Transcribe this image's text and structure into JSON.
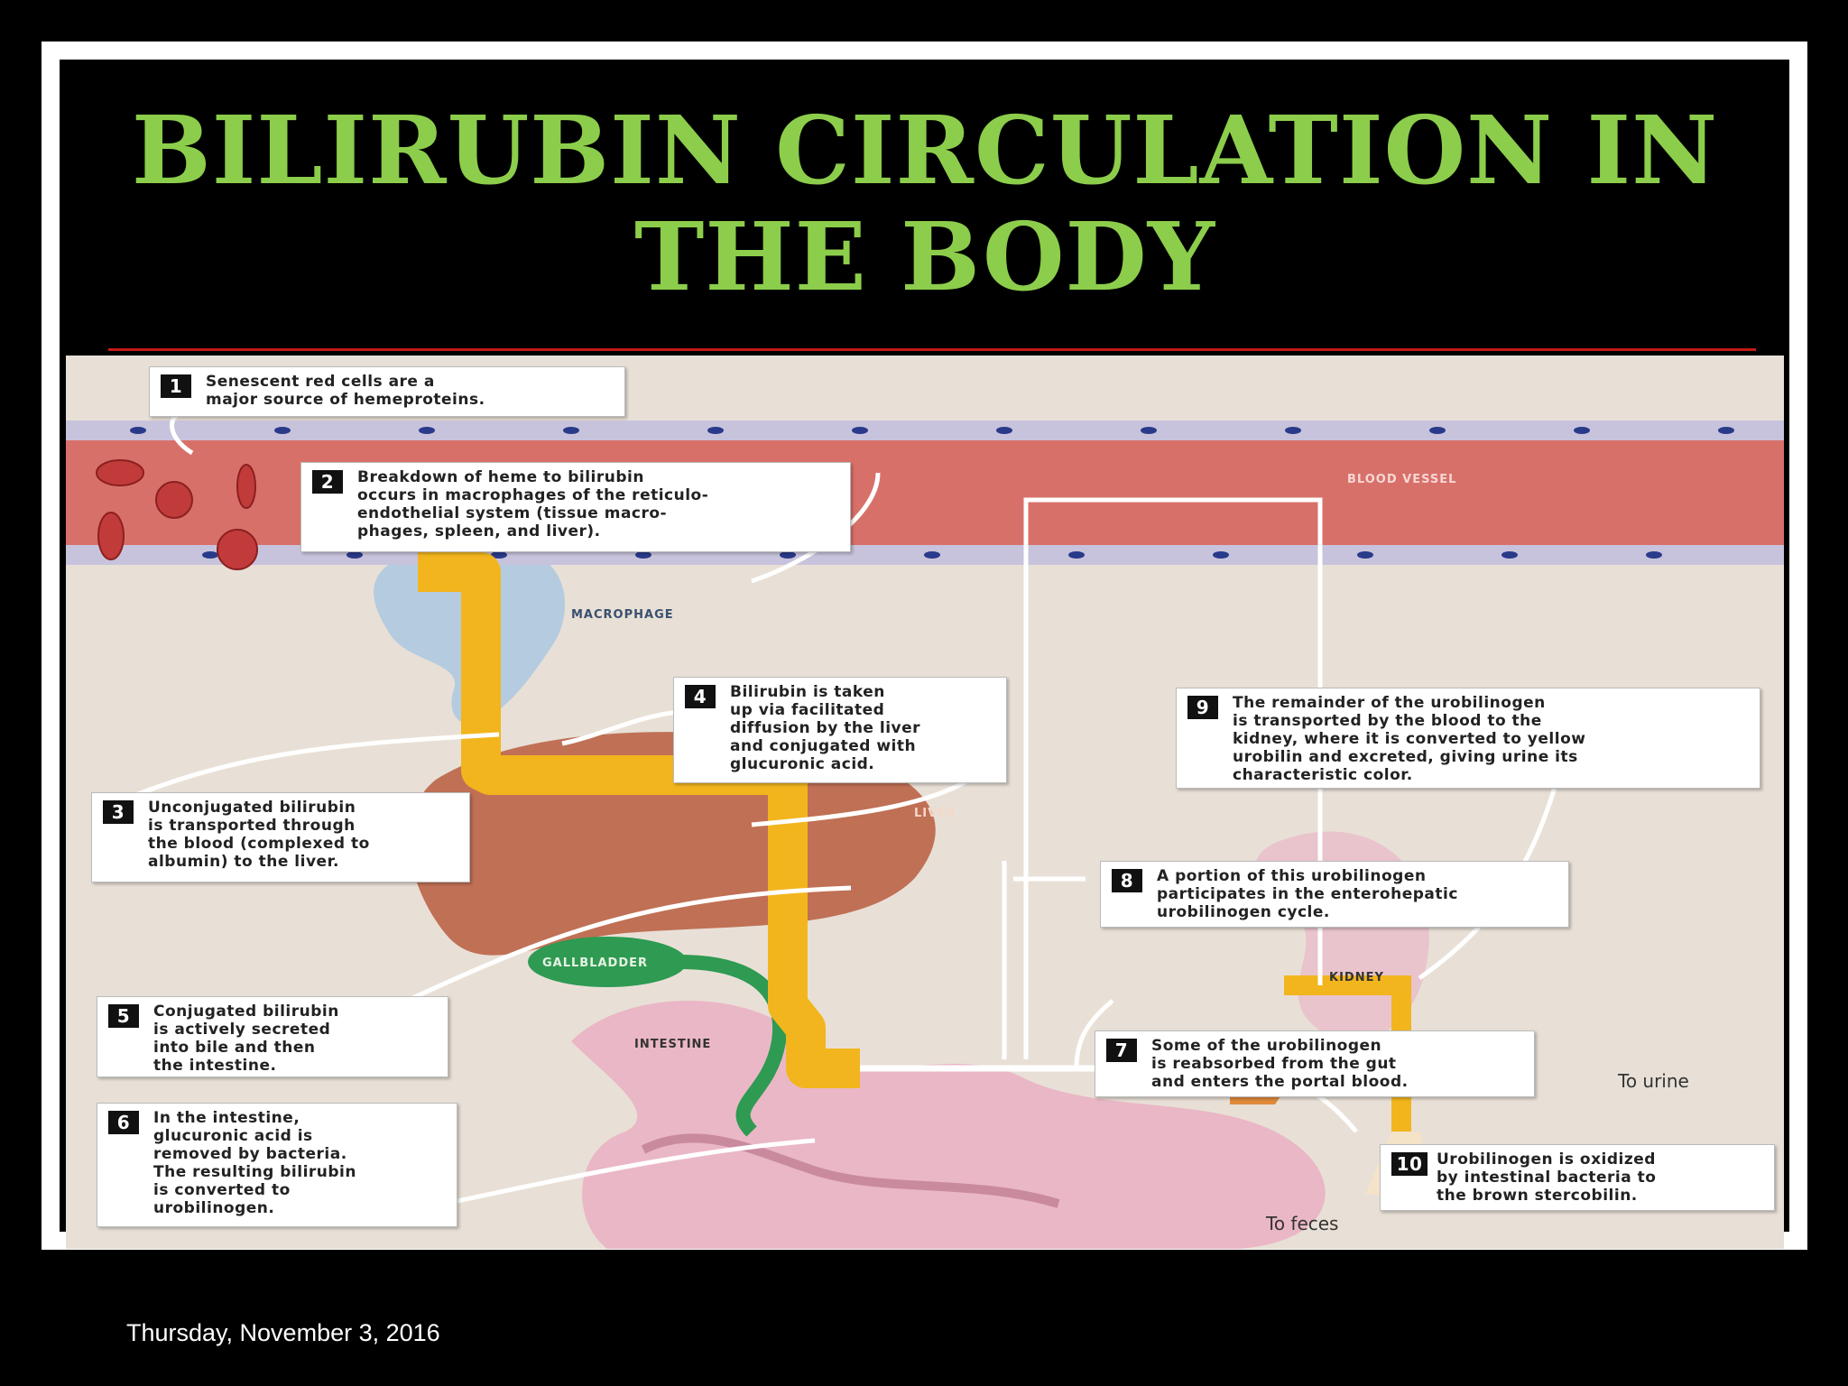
{
  "slide": {
    "title": "BILIRUBIN CIRCULATION IN THE BODY",
    "date": "Thursday, November 3, 2016"
  },
  "labels": {
    "blood_vessel": "BLOOD VESSEL",
    "macrophage": "MACROPHAGE",
    "liver": "LIVER",
    "gallbladder": "GALLBLADDER",
    "intestine": "INTESTINE",
    "kidney": "KIDNEY",
    "to_urine": "To urine",
    "to_feces": "To feces"
  },
  "steps": [
    {
      "num": "1",
      "text": "Senescent red cells are a\nmajor source of hemeproteins."
    },
    {
      "num": "2",
      "text": "Breakdown of heme to bilirubin\noccurs in macrophages of the reticulo-\nendothelial system (tissue macro-\nphages, spleen, and liver)."
    },
    {
      "num": "3",
      "text": "Unconjugated bilirubin\nis transported through\nthe blood (complexed to\nalbumin) to the liver."
    },
    {
      "num": "4",
      "text": "Bilirubin is taken\nup via facilitated\ndiffusion by the liver\nand conjugated with\nglucuronic acid."
    },
    {
      "num": "5",
      "text": "Conjugated bilirubin\nis actively secreted\ninto bile and then\nthe intestine."
    },
    {
      "num": "6",
      "text": "In the intestine,\nglucuronic acid is\nremoved by bacteria.\nThe resulting bilirubin\nis converted to\nurobilinogen."
    },
    {
      "num": "7",
      "text": "Some of the urobilinogen\nis reabsorbed from the gut\nand enters the portal blood."
    },
    {
      "num": "8",
      "text": "A portion of this urobilinogen\nparticipates in the enterohepatic\nurobilinogen cycle."
    },
    {
      "num": "9",
      "text": "The remainder of the urobilinogen\nis transported by the blood to the\nkidney, where it is converted to yellow\nurobilin and excreted, giving urine its\ncharacteristic color."
    },
    {
      "num": "10",
      "text": "Urobilinogen is oxidized\nby intestinal bacteria to\nthe brown stercobilin."
    }
  ],
  "colors": {
    "title": "#8ccd4b",
    "bile_path": "#f2b51d",
    "vessel": "#d8706a",
    "liver": "#c07055",
    "gallbladder": "#2e9a52",
    "intestine": "#eab7c6"
  }
}
